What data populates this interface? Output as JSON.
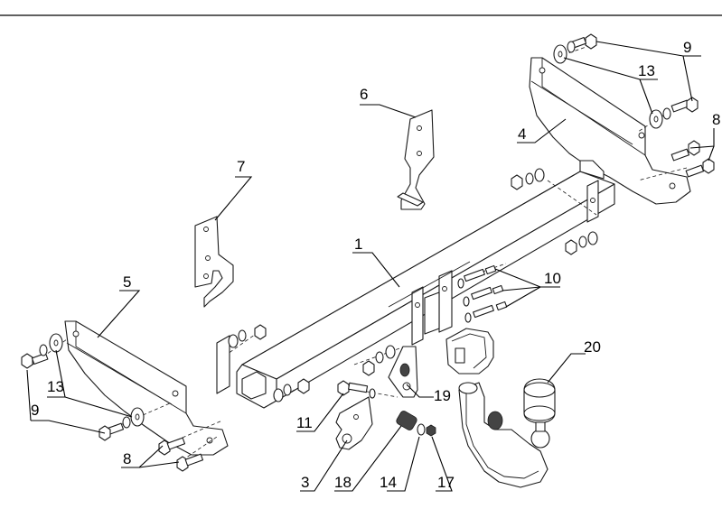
{
  "diagram": {
    "callouts": [
      {
        "id": "c1",
        "text": "1"
      },
      {
        "id": "c3",
        "text": "3"
      },
      {
        "id": "c4",
        "text": "4"
      },
      {
        "id": "c5",
        "text": "5"
      },
      {
        "id": "c6",
        "text": "6"
      },
      {
        "id": "c7",
        "text": "7"
      },
      {
        "id": "c8l",
        "text": "8"
      },
      {
        "id": "c8r",
        "text": "8"
      },
      {
        "id": "c9l",
        "text": "9"
      },
      {
        "id": "c9r",
        "text": "9"
      },
      {
        "id": "c10",
        "text": "10"
      },
      {
        "id": "c11",
        "text": "11"
      },
      {
        "id": "c13l",
        "text": "13"
      },
      {
        "id": "c13r",
        "text": "13"
      },
      {
        "id": "c14",
        "text": "14"
      },
      {
        "id": "c17",
        "text": "17"
      },
      {
        "id": "c18",
        "text": "18"
      },
      {
        "id": "c19",
        "text": "19"
      },
      {
        "id": "c20",
        "text": "20"
      }
    ]
  }
}
